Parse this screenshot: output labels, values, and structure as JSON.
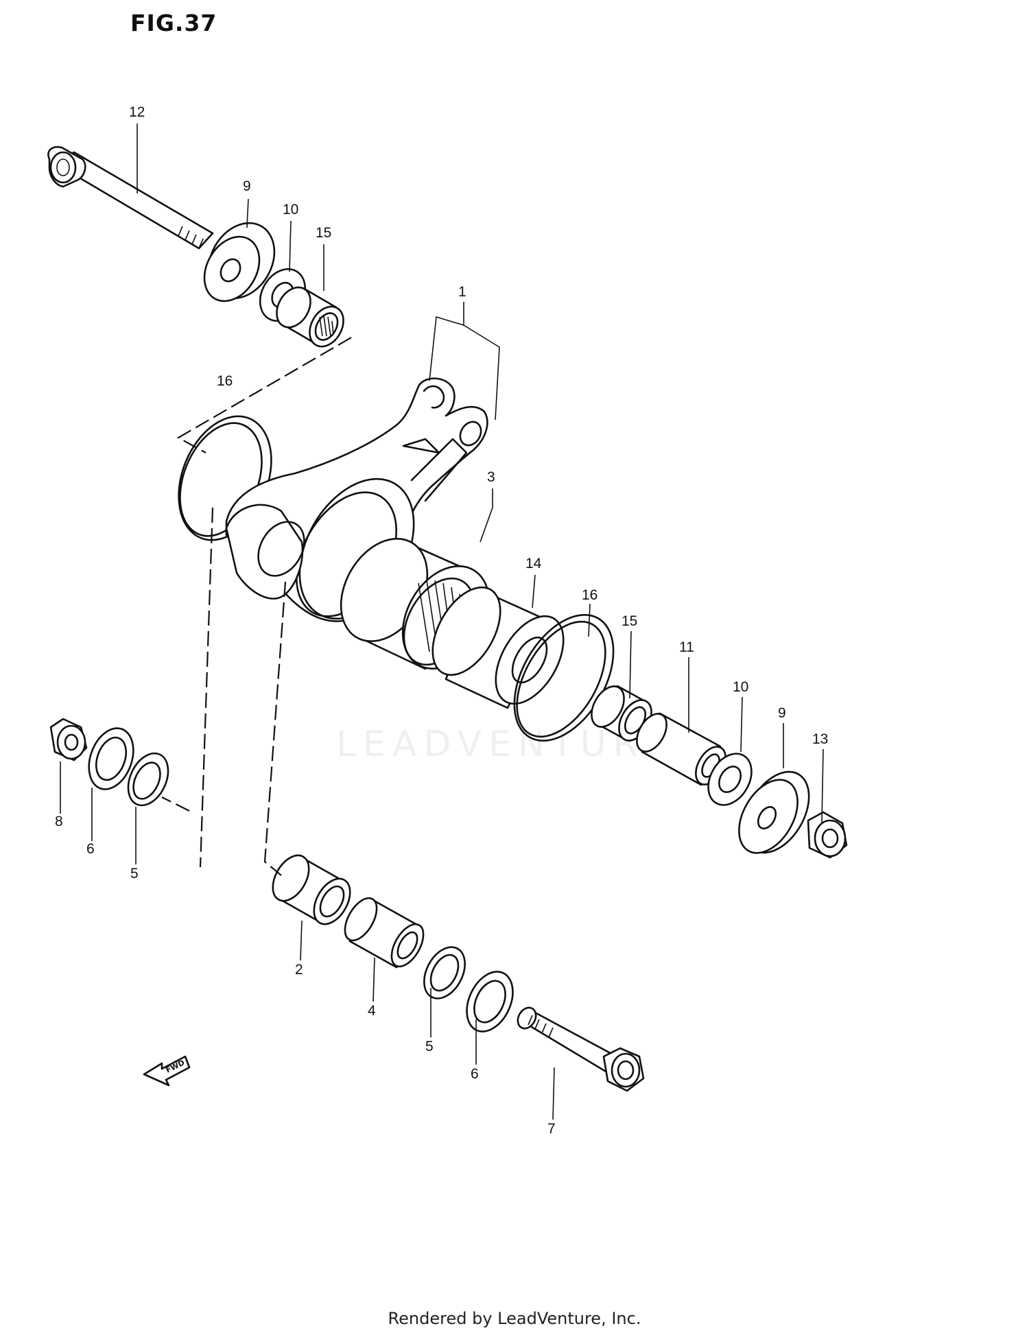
{
  "figure_title": "FIG.37",
  "footer": "Rendered by LeadVenture, Inc.",
  "watermark": "LEADVENTURE",
  "direction_label": "FWD",
  "callouts": {
    "c12": "12",
    "c9_top": "9",
    "c10_top": "10",
    "c15_top": "15",
    "c1": "1",
    "c16_left": "16",
    "c3": "3",
    "c14": "14",
    "c16_right": "16",
    "c15_right": "15",
    "c11": "11",
    "c10_right": "10",
    "c9_right": "9",
    "c13": "13",
    "c8": "8",
    "c6_left": "6",
    "c5_left": "5",
    "c2": "2",
    "c4": "4",
    "c5_bottom": "5",
    "c6_bottom": "6",
    "c7": "7"
  }
}
